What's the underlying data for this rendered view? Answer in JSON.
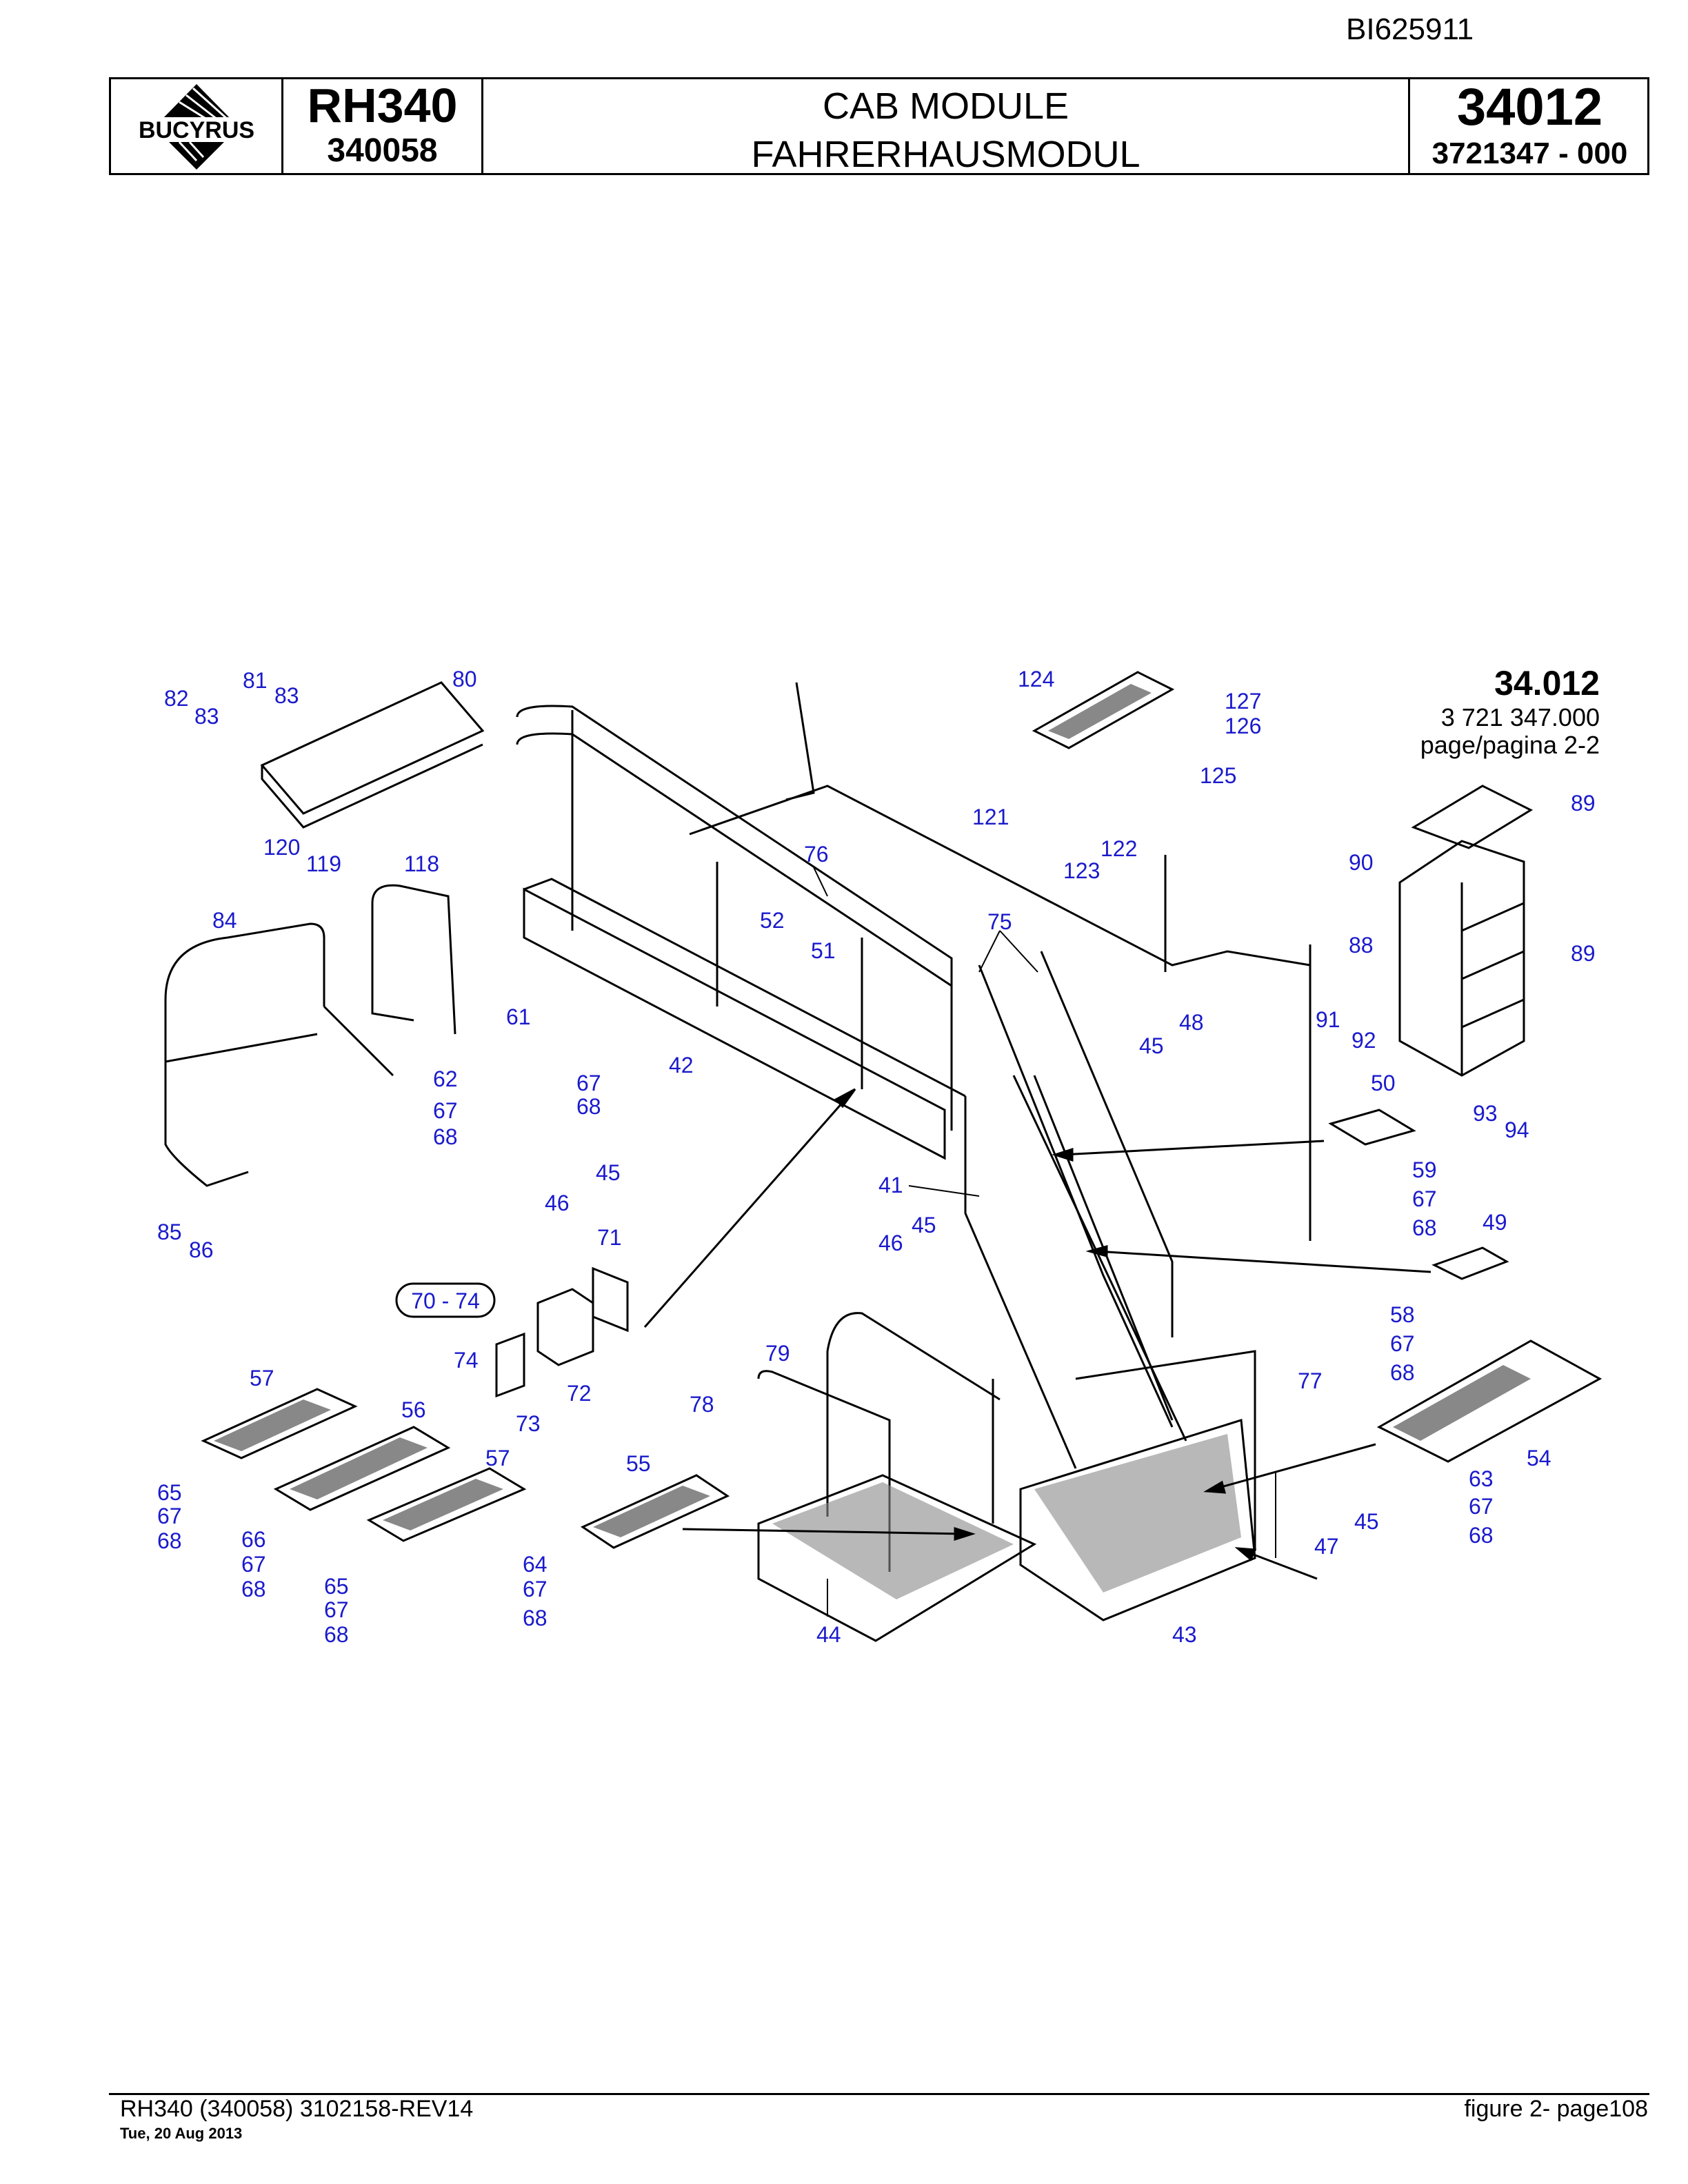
{
  "doc_id": "BI625911",
  "header": {
    "logo_text": "BUCYRUS",
    "model": "RH340",
    "serial": "340058",
    "title_en": "CAB MODULE",
    "title_de": "FAHRERHAUSMODUL",
    "group_no": "34012",
    "part_no": "3721347  - 000"
  },
  "figure": {
    "ref_group": "34.012",
    "ref_part": "3 721 347.000",
    "ref_page": "page/pagina 2-2",
    "group_callout": "70 - 74",
    "callouts": [
      "82",
      "81",
      "83",
      "83",
      "80",
      "124",
      "127",
      "126",
      "125",
      "121",
      "122",
      "123",
      "89",
      "90",
      "88",
      "89",
      "91",
      "92",
      "93",
      "94",
      "120",
      "119",
      "118",
      "84",
      "76",
      "52",
      "51",
      "75",
      "48",
      "45",
      "50",
      "59",
      "67",
      "68",
      "49",
      "58",
      "67",
      "68",
      "61",
      "62",
      "67",
      "67",
      "68",
      "68",
      "42",
      "46",
      "45",
      "41",
      "46",
      "45",
      "71",
      "74",
      "72",
      "73",
      "79",
      "78",
      "77",
      "54",
      "63",
      "67",
      "68",
      "57",
      "56",
      "57",
      "65",
      "67",
      "68",
      "66",
      "67",
      "68",
      "65",
      "67",
      "68",
      "55",
      "64",
      "67",
      "68",
      "44",
      "43",
      "47",
      "45",
      "85",
      "86"
    ]
  },
  "footer": {
    "left": "RH340 (340058) 3102158-REV14",
    "date": "Tue, 20 Aug 2013",
    "right": "figure  2- page108"
  }
}
